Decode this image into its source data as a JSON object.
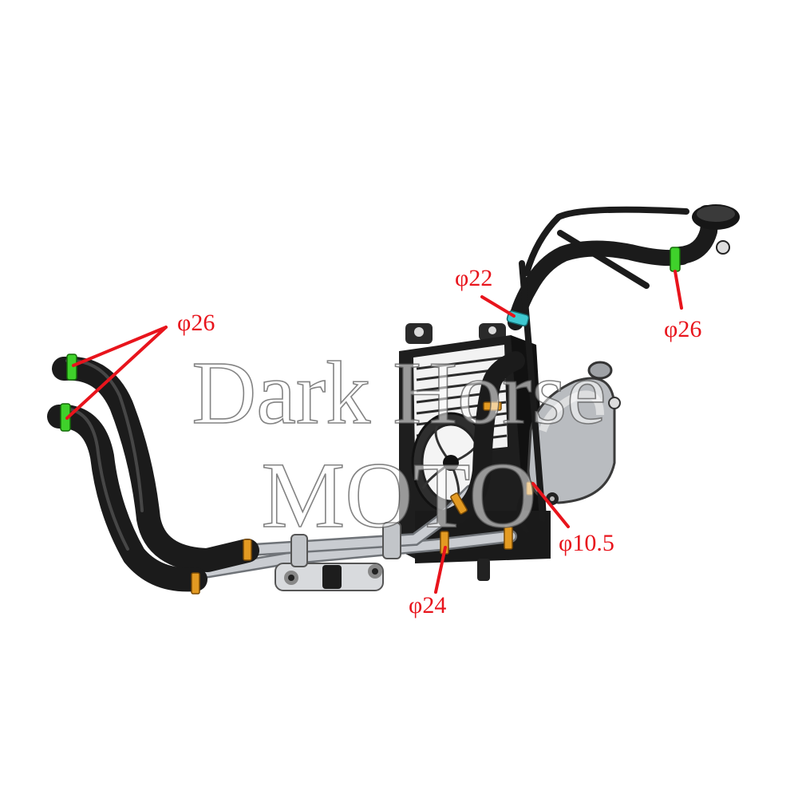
{
  "callouts": {
    "left_pair": "φ26",
    "upper_pipe": "φ22",
    "right_outlet": "φ26",
    "bottom_clamp": "φ24",
    "small_hose": "φ10.5"
  },
  "watermark": {
    "line1": "Dark Horse",
    "line2": "MOTO"
  },
  "colors": {
    "callout": "#e8141c",
    "clamp_green": "#3fd12b",
    "clamp_orange": "#e39a22",
    "clamp_cyan": "#3fc8d0"
  }
}
